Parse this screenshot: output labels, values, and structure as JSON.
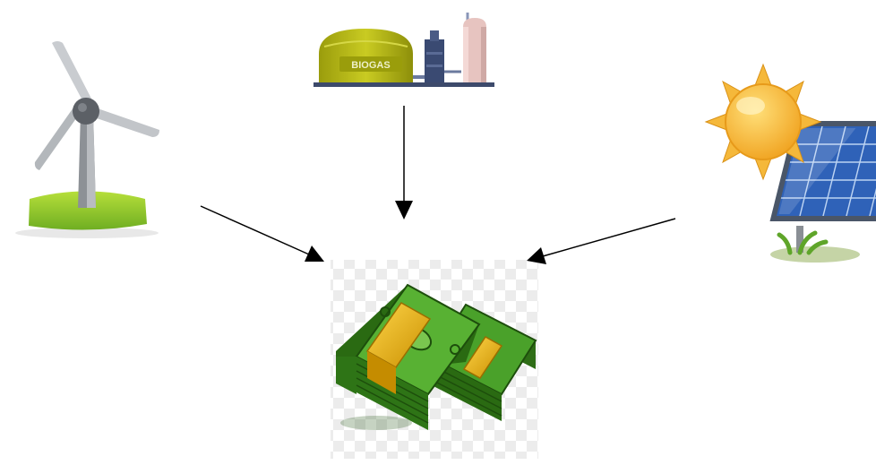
{
  "nodes": {
    "wind": {
      "icon": "wind-turbine-icon"
    },
    "biogas": {
      "icon": "biogas-plant-icon",
      "label": "BIOGAS"
    },
    "solar": {
      "icon": "solar-panel-sun-icon"
    },
    "money": {
      "icon": "money-stack-icon"
    }
  },
  "edges": [
    {
      "from": "wind",
      "to": "money"
    },
    {
      "from": "biogas",
      "to": "money"
    },
    {
      "from": "solar",
      "to": "money"
    }
  ],
  "colors": {
    "arrow": "#000000",
    "grass": "#8cc63f",
    "turbine": "#9a9ea3",
    "tank": "#b4b814",
    "sun": "#f4b233",
    "panel": "#2f62b8",
    "money_green": "#3f8f1f",
    "money_band": "#e9b000"
  }
}
